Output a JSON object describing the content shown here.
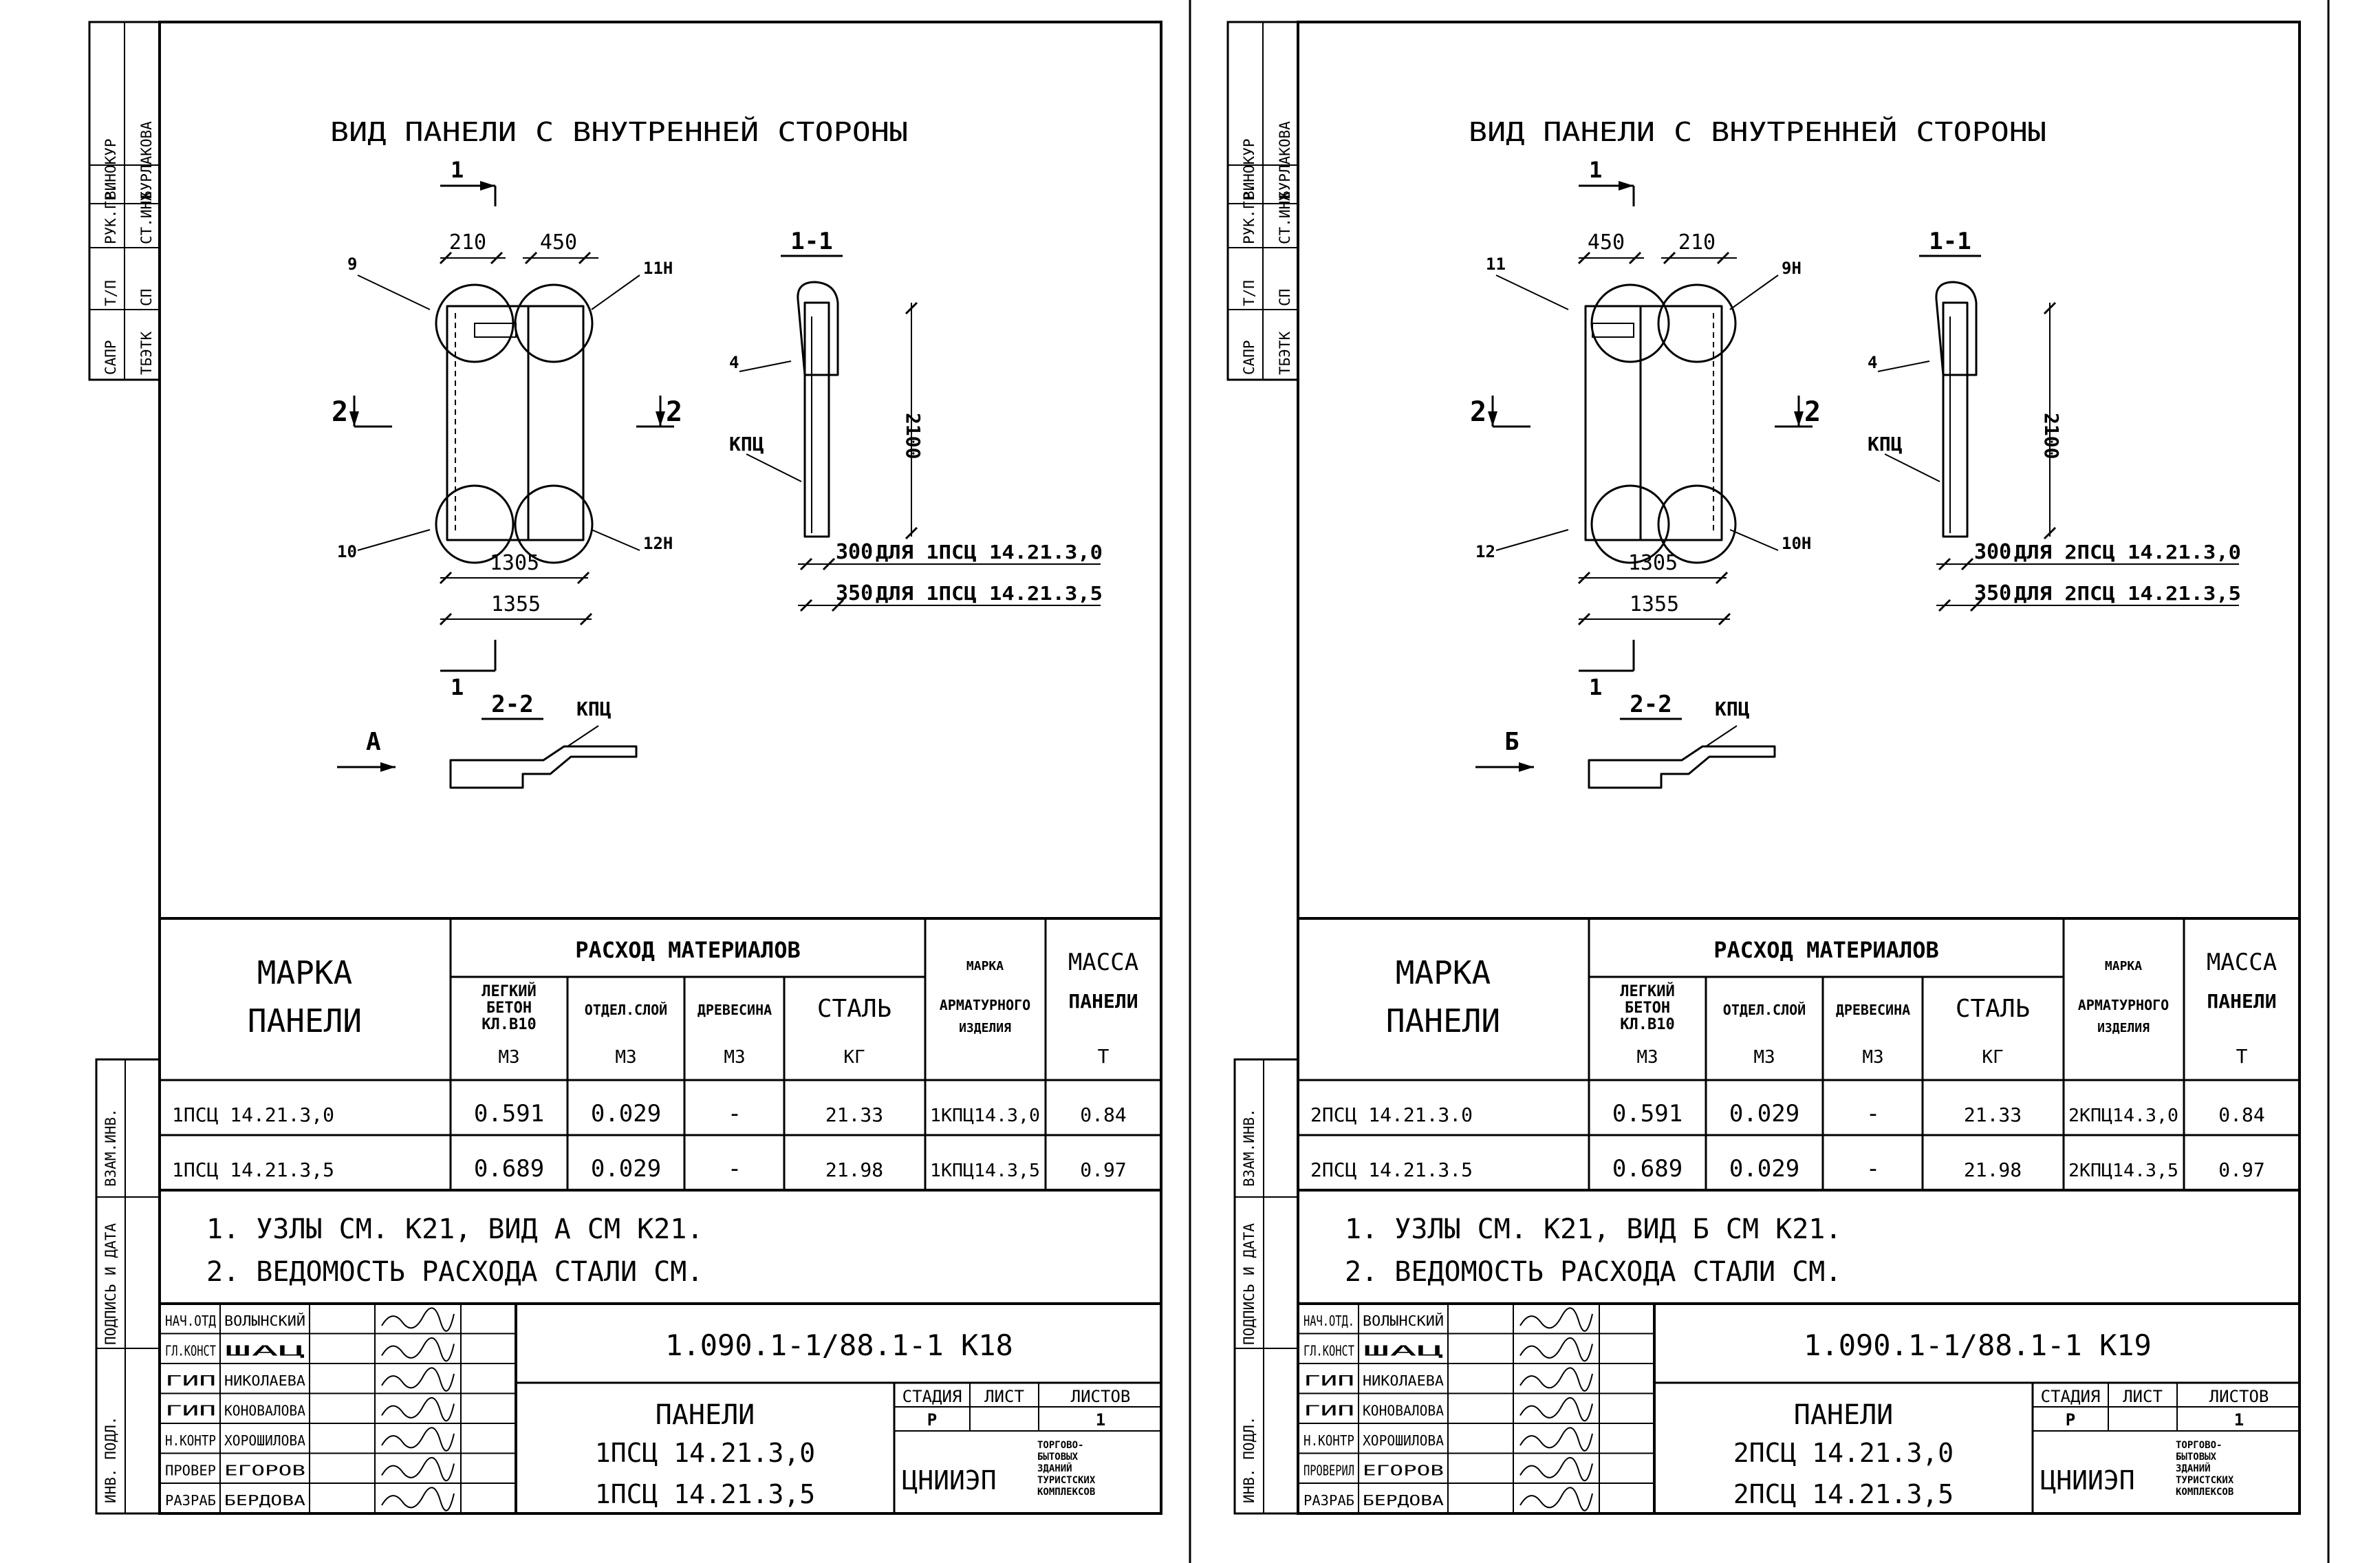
{
  "sheets": [
    {
      "view_title": "ВИД ПАНЕЛИ С ВНУТРЕННЕЙ СТОРОНЫ",
      "side_stamp": [
        "САПР",
        "Т/П",
        "РУК.ГР.",
        "ВИНОКУР",
        "ТБЭТК",
        "СП",
        "СТ.ИНЖ",
        "БУРЛАКОВА"
      ],
      "left_stamp": [
        "ИНВ. ПОДЛ.",
        "ПОДПИСЬ И ДАТА",
        "ВЗАМ.ИНВ."
      ],
      "dims": {
        "top_a": "210",
        "top_b": "450",
        "inner": "1305",
        "outer": "1355",
        "height": "2100",
        "d300": "300",
        "d350": "350",
        "note300": "ДЛЯ 1ПСЦ 14.21.3,0",
        "note350": "ДЛЯ 1ПСЦ 14.21.3,5"
      },
      "marks": {
        "node_tl": "9",
        "node_tr": "11Н",
        "node_bl": "10",
        "node_br": "12Н",
        "sec_mark": "1",
        "sec_side": "2",
        "view_letter": "А",
        "callout_4": "4",
        "kpc": "КПЦ"
      },
      "section_11": "1-1",
      "section_22": "2-2",
      "table": {
        "h_marka": [
          "МАРКА",
          "ПАНЕЛИ"
        ],
        "h_rashod": "РАСХОД МАТЕРИАЛОВ",
        "h_beton": [
          "ЛЕГКИЙ",
          "БЕТОН",
          "КЛ.В10",
          "М3"
        ],
        "h_otdel": [
          "ОТДЕЛ.СЛОЙ",
          "М3"
        ],
        "h_drev": [
          "ДРЕВЕСИНА",
          "М3"
        ],
        "h_stal": [
          "СТАЛЬ",
          "КГ"
        ],
        "h_armat": [
          "МАРКА",
          "АРМАТУРНОГО",
          "ИЗДЕЛИЯ"
        ],
        "h_massa": [
          "МАССА",
          "ПАНЕЛИ",
          "Т"
        ],
        "rows": [
          [
            "1ПСЦ 14.21.3,0",
            "0.591",
            "0.029",
            "-",
            "21.33",
            "1КПЦ14.3,0",
            "0.84"
          ],
          [
            "1ПСЦ 14.21.3,5",
            "0.689",
            "0.029",
            "-",
            "21.98",
            "1КПЦ14.3,5",
            "0.97"
          ]
        ]
      },
      "notes": [
        "1. УЗЛЫ СМ. К21, ВИД А СМ К21.",
        "2. ВЕДОМОСТЬ РАСХОДА СТАЛИ СМ."
      ],
      "title_block": {
        "code": "1.090.1-1/88.1-1 К18",
        "roles": [
          "НАЧ.ОТД",
          "ГЛ.КОНСТ",
          "ГИП",
          "ГИП",
          "Н.КОНТР",
          "ПРОВЕР",
          "РАЗРАБ"
        ],
        "names": [
          "ВОЛЫНСКИЙ",
          "ШАЦ",
          "НИКОЛАЕВА",
          "КОНОВАЛОВА",
          "ХОРОШИЛОВА",
          "ЕГОРОВ",
          "БЕРДОВА"
        ],
        "title_lines": [
          "ПАНЕЛИ",
          "1ПСЦ 14.21.3,0",
          "1ПСЦ 14.21.3,5"
        ],
        "stage_label": "СТАДИЯ",
        "sheet_label": "ЛИСТ",
        "sheets_label": "ЛИСТОВ",
        "stage": "Р",
        "sheet": "",
        "sheets": "1",
        "org": "ЦНИИЭП",
        "org_sub": [
          "ТОРГОВО-",
          "БЫТОВЫХ",
          "ЗДАНИЙ",
          "ТУРИСТСКИХ",
          "КОМПЛЕКСОВ"
        ]
      }
    },
    {
      "view_title": "ВИД ПАНЕЛИ С ВНУТРЕННЕЙ СТОРОНЫ",
      "side_stamp": [
        "САПР",
        "Т/П",
        "РУК.ГР.",
        "ВИНОКУР",
        "ТБЭТК",
        "СП",
        "СТ.ИНЖ",
        "БУРЛАКОВА"
      ],
      "left_stamp": [
        "ИНВ. ПОДЛ.",
        "ПОДПИСЬ И ДАТА",
        "ВЗАМ.ИНВ."
      ],
      "dims": {
        "top_a": "450",
        "top_b": "210",
        "inner": "1305",
        "outer": "1355",
        "height": "2100",
        "d300": "300",
        "d350": "350",
        "note300": "ДЛЯ 2ПСЦ 14.21.3,0",
        "note350": "ДЛЯ 2ПСЦ 14.21.3,5"
      },
      "marks": {
        "node_tl": "11",
        "node_tr": "9Н",
        "node_bl": "12",
        "node_br": "10Н",
        "sec_mark": "1",
        "sec_side": "2",
        "view_letter": "Б",
        "callout_4": "4",
        "kpc": "КПЦ"
      },
      "section_11": "1-1",
      "section_22": "2-2",
      "table": {
        "h_marka": [
          "МАРКА",
          "ПАНЕЛИ"
        ],
        "h_rashod": "РАСХОД МАТЕРИАЛОВ",
        "h_beton": [
          "ЛЕГКИЙ",
          "БЕТОН",
          "КЛ.В10",
          "М3"
        ],
        "h_otdel": [
          "ОТДЕЛ.СЛОЙ",
          "М3"
        ],
        "h_drev": [
          "ДРЕВЕСИНА",
          "М3"
        ],
        "h_stal": [
          "СТАЛЬ",
          "КГ"
        ],
        "h_armat": [
          "МАРКА",
          "АРМАТУРНОГО",
          "ИЗДЕЛИЯ"
        ],
        "h_massa": [
          "МАССА",
          "ПАНЕЛИ",
          "Т"
        ],
        "rows": [
          [
            "2ПСЦ 14.21.3.0",
            "0.591",
            "0.029",
            "-",
            "21.33",
            "2КПЦ14.3,0",
            "0.84"
          ],
          [
            "2ПСЦ 14.21.3.5",
            "0.689",
            "0.029",
            "-",
            "21.98",
            "2КПЦ14.3,5",
            "0.97"
          ]
        ]
      },
      "notes": [
        "1. УЗЛЫ СМ. К21, ВИД Б СМ К21.",
        "2. ВЕДОМОСТЬ РАСХОДА СТАЛИ СМ."
      ],
      "title_block": {
        "code": "1.090.1-1/88.1-1 К19",
        "roles": [
          "НАЧ.ОТД.",
          "ГЛ.КОНСТ",
          "ГИП",
          "ГИП",
          "Н.КОНТР",
          "ПРОВЕРИЛ",
          "РАЗРАБ"
        ],
        "names": [
          "ВОЛЫНСКИЙ",
          "ШАЦ",
          "НИКОЛАЕВА",
          "КОНОВАЛОВА",
          "ХОРОШИЛОВА",
          "ЕГОРОВ",
          "БЕРДОВА"
        ],
        "title_lines": [
          "ПАНЕЛИ",
          "2ПСЦ 14.21.3,0",
          "2ПСЦ 14.21.3,5"
        ],
        "stage_label": "СТАДИЯ",
        "sheet_label": "ЛИСТ",
        "sheets_label": "ЛИСТОВ",
        "stage": "Р",
        "sheet": "",
        "sheets": "1",
        "org": "ЦНИИЭП",
        "org_sub": [
          "ТОРГОВО-",
          "БЫТОВЫХ",
          "ЗДАНИЙ",
          "ТУРИСТСКИХ",
          "КОМПЛЕКСОВ"
        ]
      }
    }
  ]
}
